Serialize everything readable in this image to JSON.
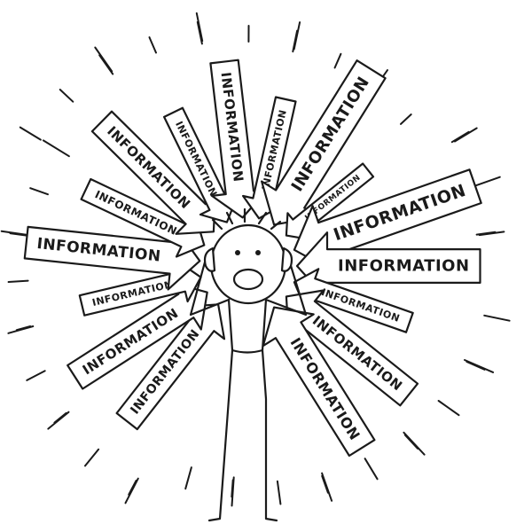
{
  "illustration": {
    "labels": [
      "INFORMATION",
      "INFORMATION",
      "INFORMATION",
      "INFORMATION",
      "INFORMATION",
      "INFORMATION",
      "INFORMATION",
      "INFORMATION",
      "INFORMATION",
      "INFORMATION",
      "INFORMATION",
      "INFORMATION",
      "INFORMATION",
      "INFORMATION",
      "INFORMATION",
      "INFORMATION"
    ],
    "ink_color": "#1a1a1a",
    "background_color": "#ffffff"
  }
}
